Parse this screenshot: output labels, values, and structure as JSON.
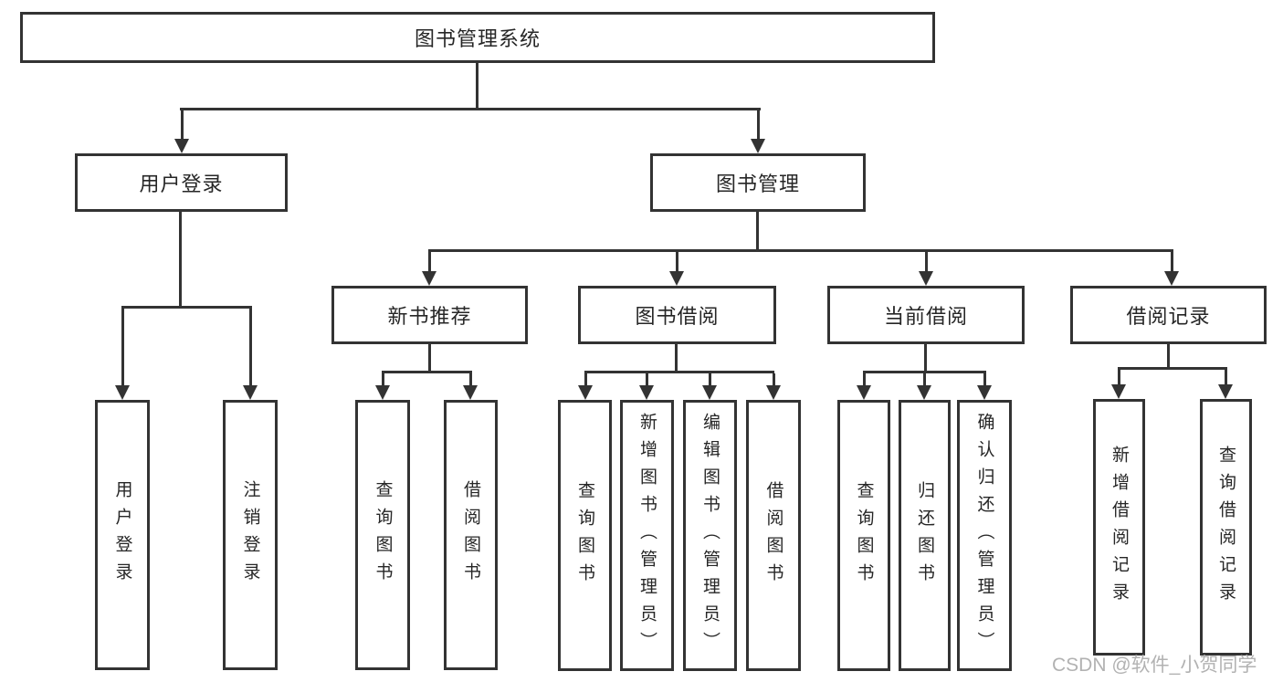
{
  "diagram": {
    "root": {
      "label": "图书管理系统"
    },
    "level2": [
      {
        "id": "user-login",
        "label": "用户登录"
      },
      {
        "id": "book-management",
        "label": "图书管理"
      }
    ],
    "level3": [
      {
        "id": "new-book-recommend",
        "label": "新书推荐"
      },
      {
        "id": "book-borrowing",
        "label": "图书借阅"
      },
      {
        "id": "current-borrowing",
        "label": "当前借阅"
      },
      {
        "id": "borrow-records",
        "label": "借阅记录"
      }
    ],
    "leaves": {
      "user_login": [
        "用户登录",
        "注销登录"
      ],
      "new_book_recommend": [
        "查询图书",
        "借阅图书"
      ],
      "book_borrowing": [
        "查询图书",
        "新增图书（管理员）",
        "编辑图书（管理员）",
        "借阅图书"
      ],
      "current_borrowing": [
        "查询图书",
        "归还图书",
        "确认归还（管理员）"
      ],
      "borrow_records": [
        "新增借阅记录",
        "查询借阅记录"
      ]
    }
  },
  "watermark": "CSDN @软件_小贺同学",
  "colors": {
    "line": "#333333",
    "text": "#262626",
    "watermark": "#b2b2b2",
    "background": "#ffffff"
  }
}
